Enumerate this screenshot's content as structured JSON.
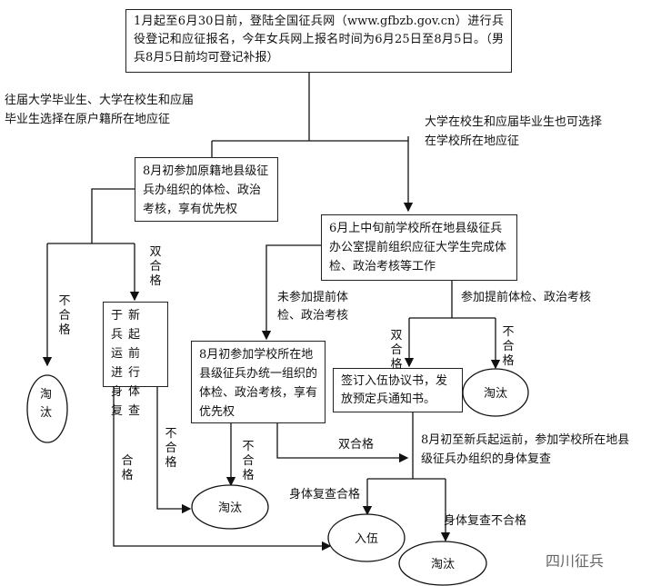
{
  "boxes": {
    "register": "1月起至6月30日前，登陆全国征兵网（www.gfbzb.gov.cn）进行兵役登记和应征报名，今年女兵网上报名时间为6月25日至8月5日。（男兵8月5日前均可登记补报）",
    "hometown_exam": "8月初参加原籍地县级征兵办组织的体检、政治考核，享有优先权",
    "school_early": "6月上中旬前学校所在地县级征兵办公室提前组织应征大学生完成体检、政治考核等工作",
    "recheck_before": "于新兵起运前进行身体复查",
    "school_august": "8月初参加学校所在地县级征兵办统一组织的体检、政治考核，享有优先权",
    "sign_agreement": "签订入伍协议书，发放预定兵通知书。"
  },
  "labels": {
    "hometown_branch": "往届大学毕业生、大学在校生和应届毕业生选择在原户籍所在地应征",
    "school_branch": "大学在校生和应届毕业生也可选择在学校所在地应征",
    "not_early": "未参加提前体检、政治考核",
    "early": "参加提前体检、政治考核",
    "recheck_period": "8月初至新兵起运前，参加学校所在地县级征兵办组织的身体复查",
    "double_pass": "双合格",
    "fail": "不合格",
    "pass": "合格",
    "recheck_pass": "身体复查合格",
    "recheck_fail": "身体复查不合格"
  },
  "outcomes": {
    "eliminated": "淘汰",
    "enlist": "入伍"
  },
  "watermark": "四川征兵"
}
